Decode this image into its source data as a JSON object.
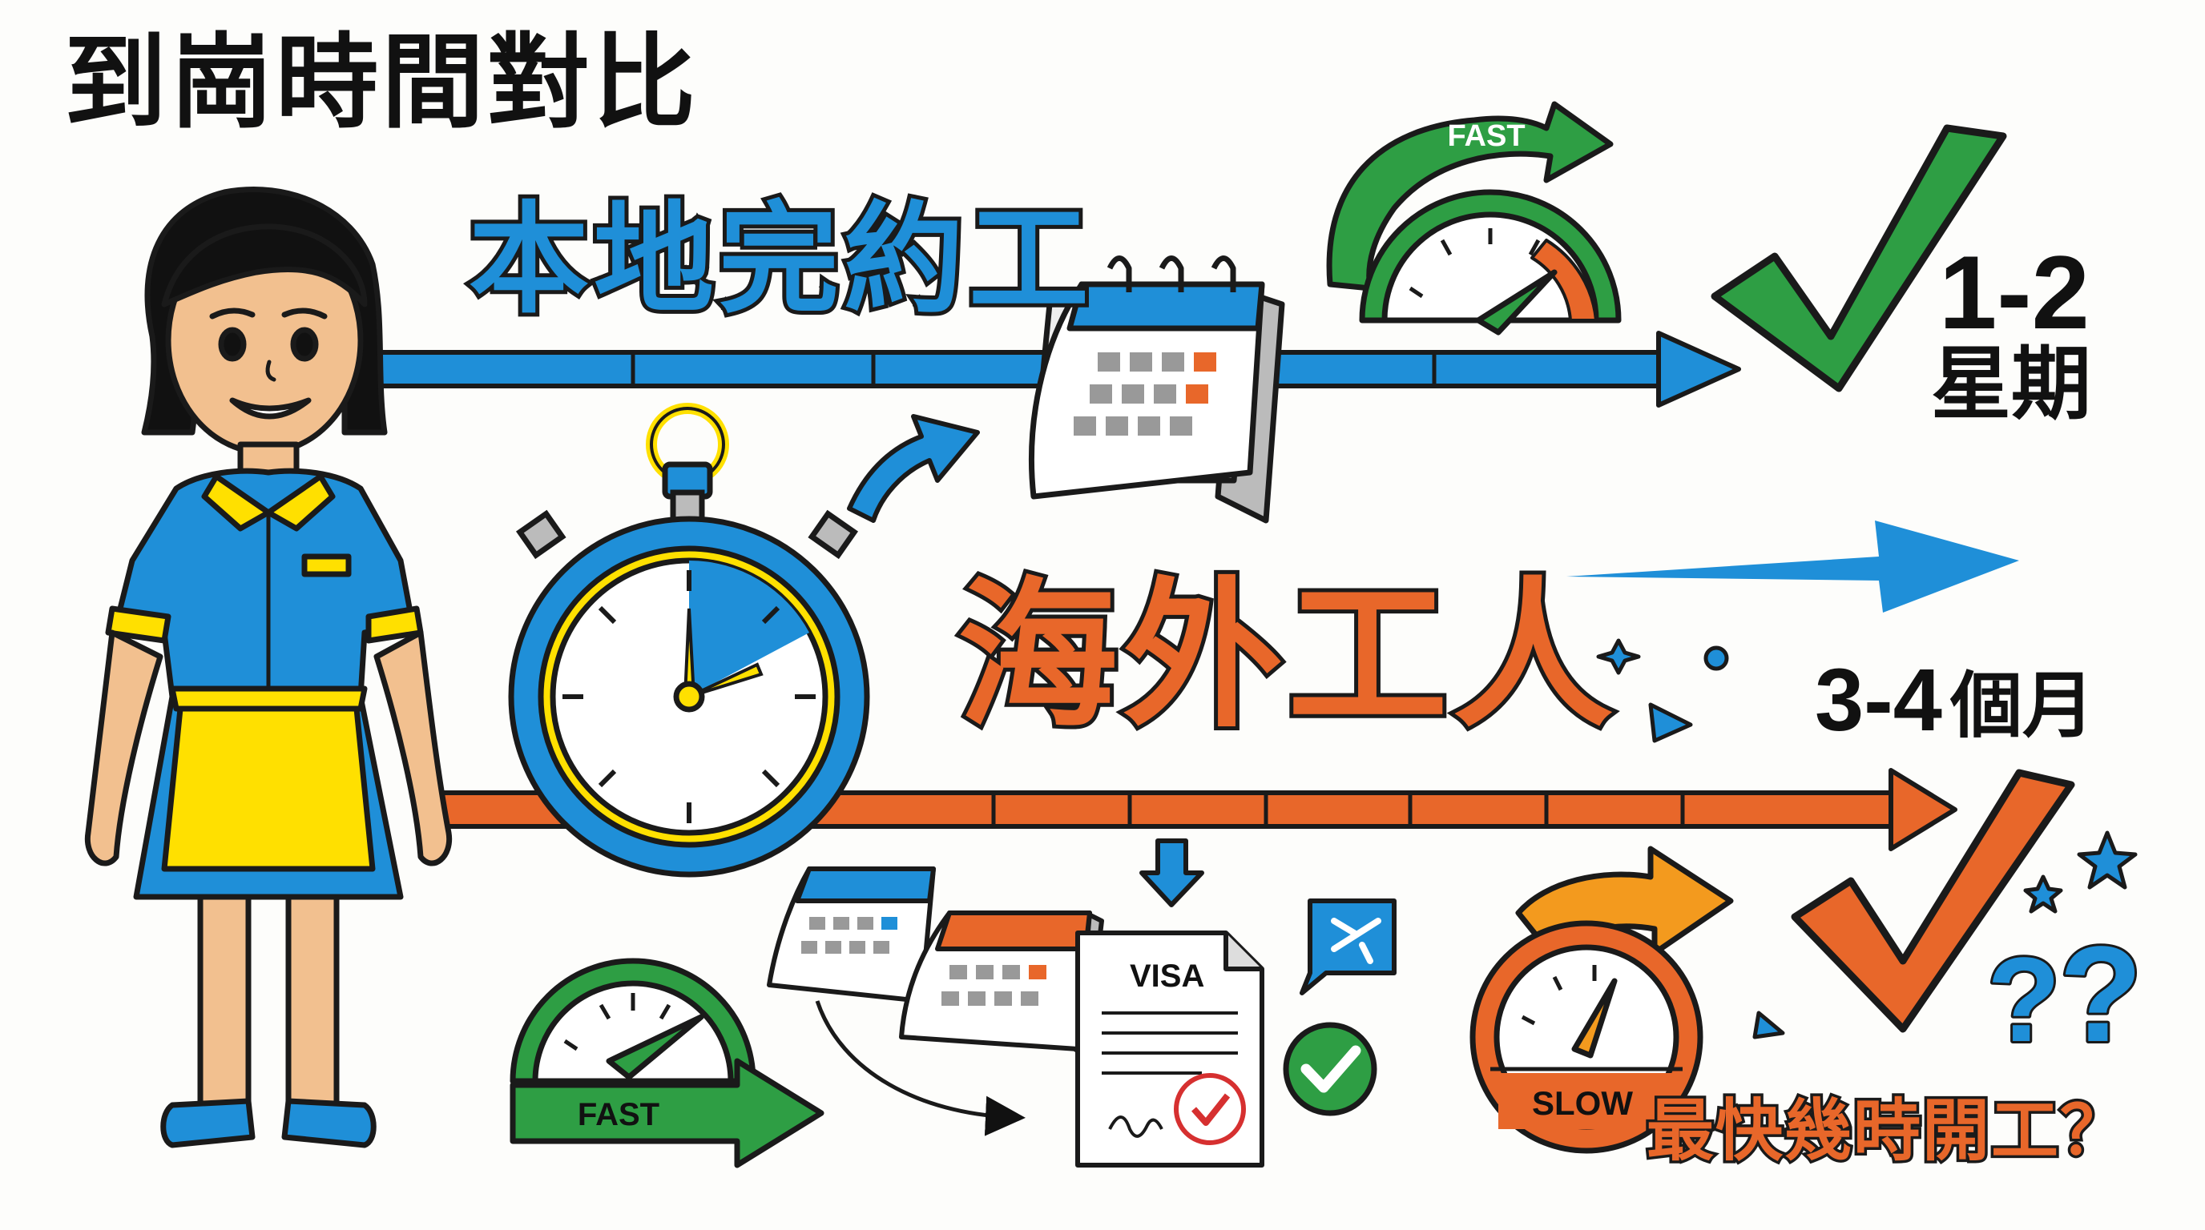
{
  "title": "到崗時間對比",
  "local": {
    "label": "本地完約工",
    "duration_number": "1-2",
    "duration_unit": "星期",
    "speed_tag": "FAST"
  },
  "overseas": {
    "label": "海外工人",
    "duration_number": "3-4",
    "duration_unit": "個月",
    "speed_tag_fast": "FAST",
    "speed_tag_slow": "SLOW",
    "visa_label": "VISA",
    "question": "最快幾時開工？"
  },
  "colors": {
    "blue": "#1f8fd8",
    "orange": "#e8672a",
    "green": "#2e9e44",
    "yellow": "#ffe000"
  }
}
